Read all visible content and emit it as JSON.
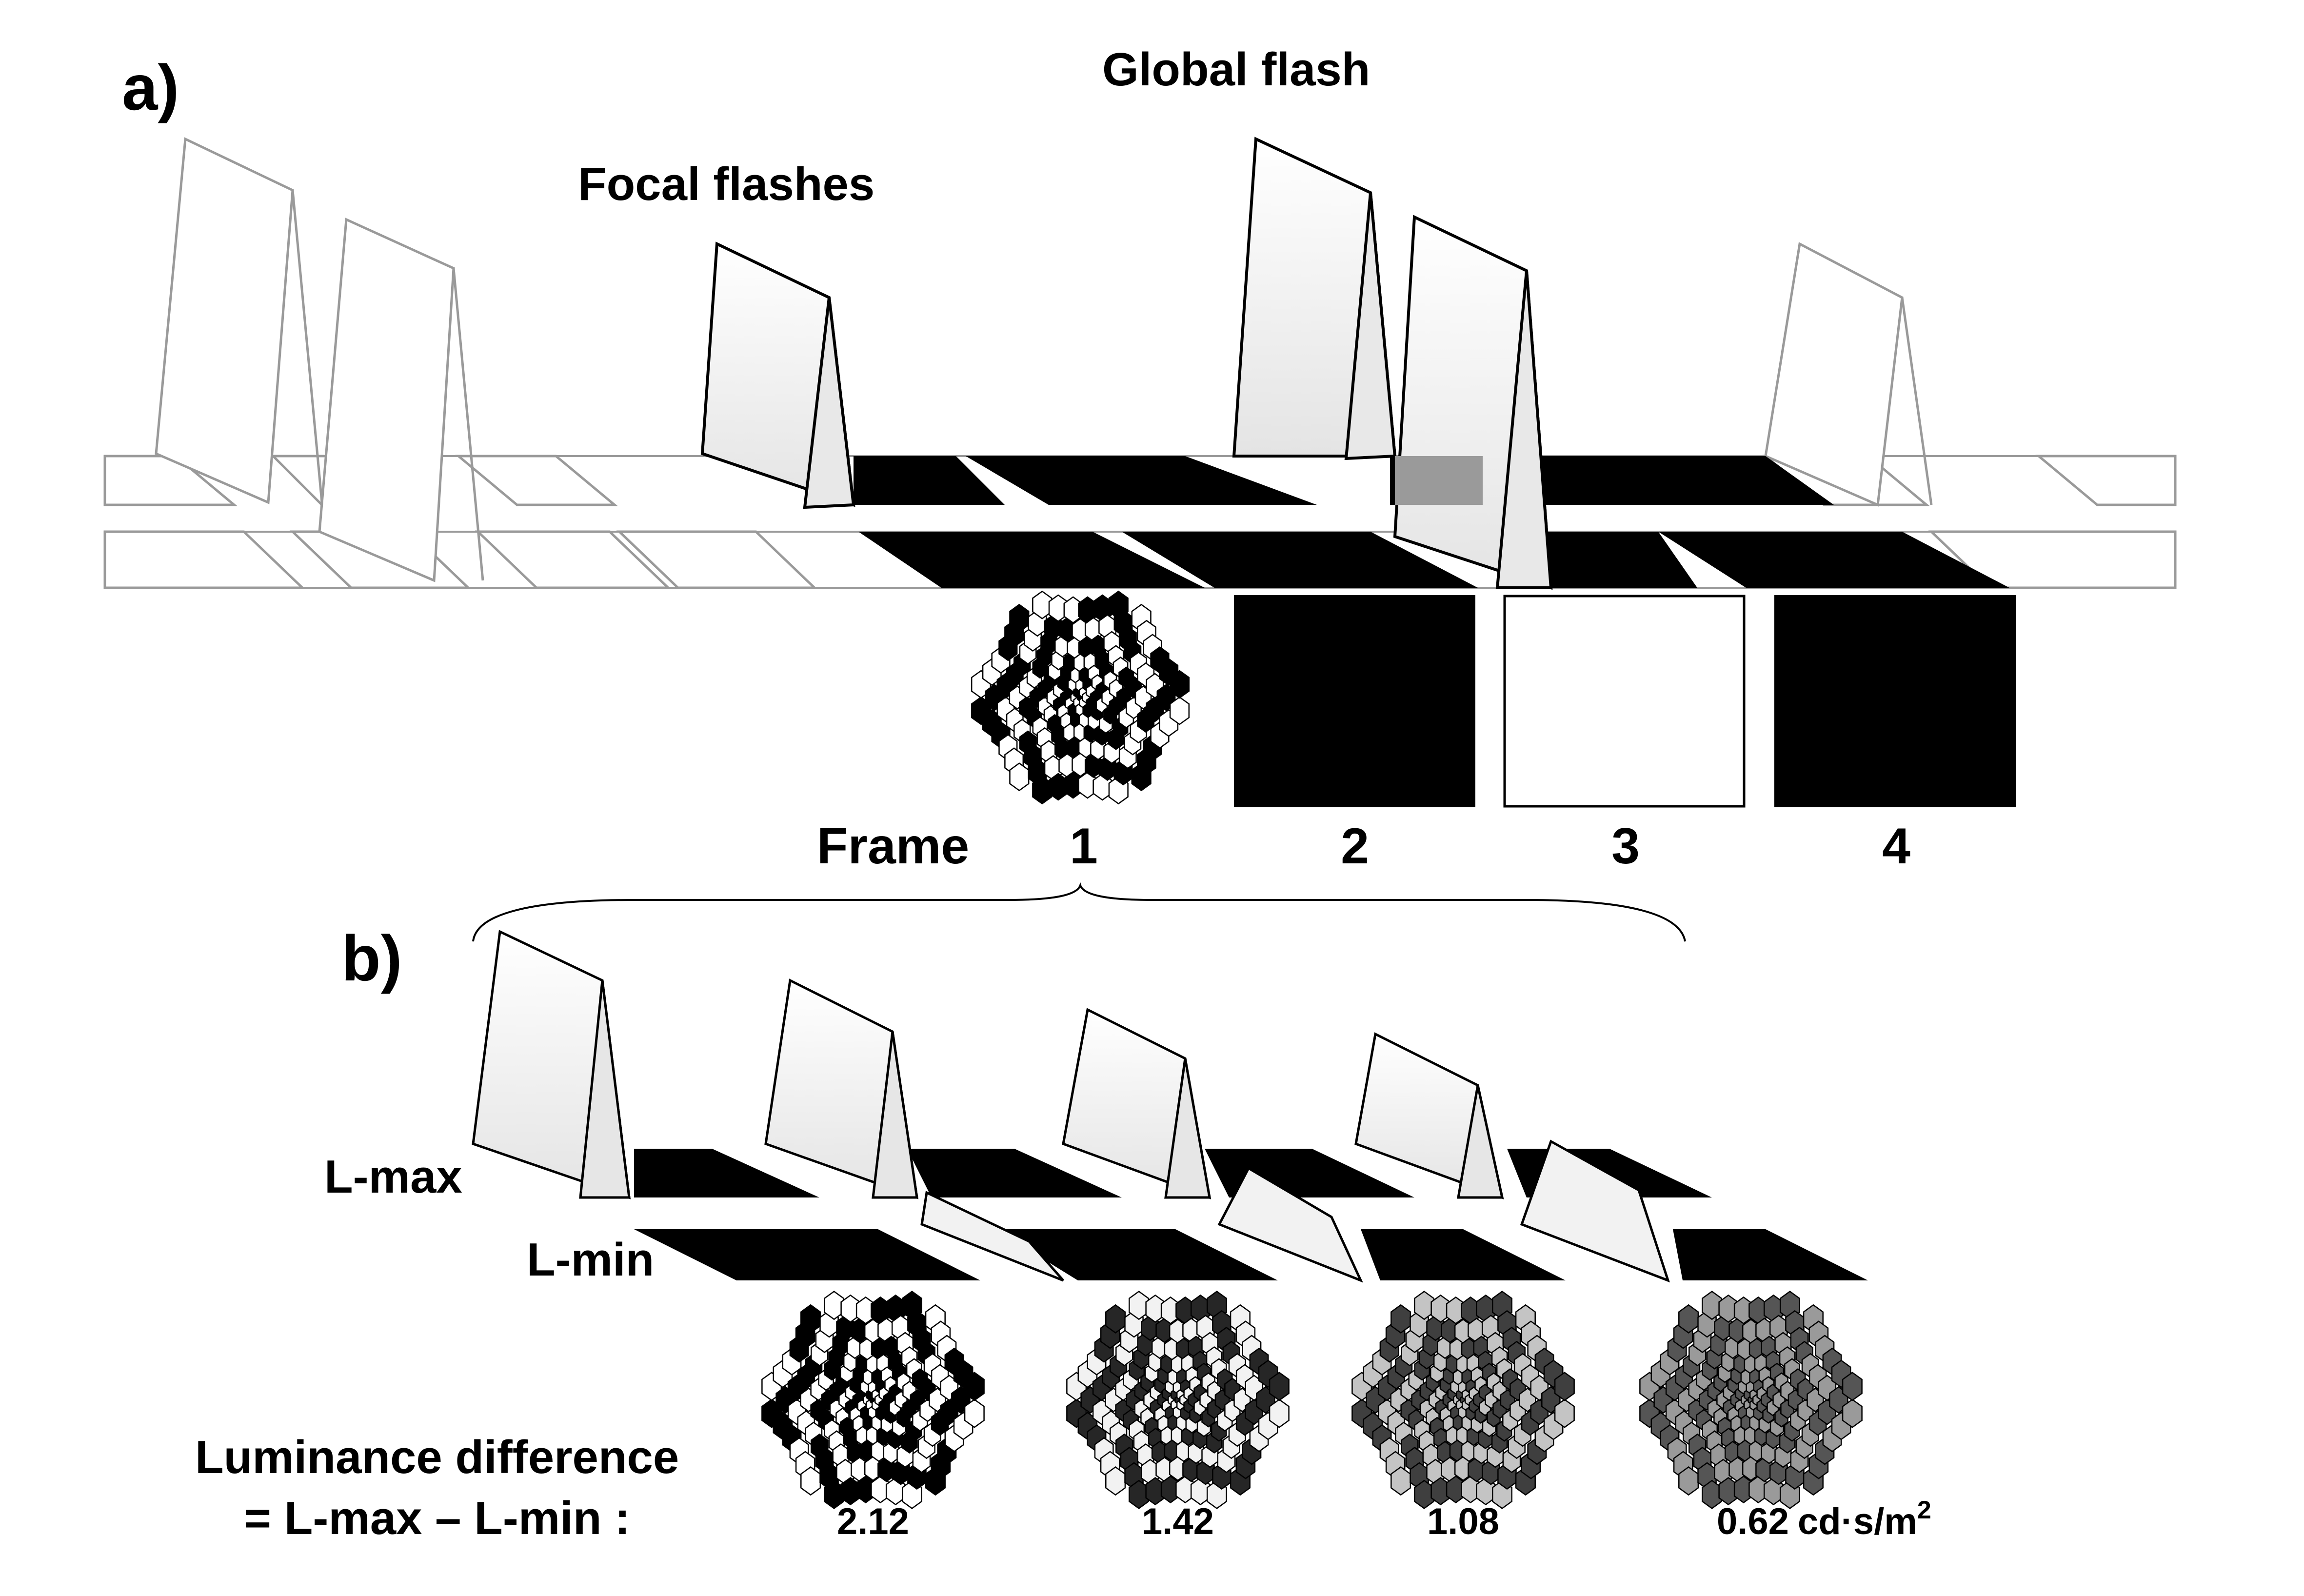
{
  "panel_a": {
    "label": "a)",
    "focal_flashes": "Focal flashes",
    "global_flash": "Global flash",
    "frame_word": "Frame",
    "frame_numbers": [
      "1",
      "2",
      "3",
      "4"
    ],
    "frame_fills": [
      "mfERG-hexagon-pattern",
      "#000000",
      "#ffffff",
      "#000000"
    ]
  },
  "panel_b": {
    "label": "b)",
    "l_max": "L-max",
    "l_min": "L-min",
    "luminance_line1": "Luminance difference",
    "luminance_line2": "= L-max – L-min :",
    "values": [
      "2.12",
      "1.42",
      "1.08",
      "0.62"
    ],
    "unit_prefix": "cd·s/m",
    "unit_sup": "2",
    "contrast_levels": [
      {
        "value": "2.12",
        "light": "#ffffff",
        "dark": "#000000"
      },
      {
        "value": "1.42",
        "light": "#f2f2f2",
        "dark": "#262626"
      },
      {
        "value": "1.08",
        "light": "#c4c4c4",
        "dark": "#3f3f3f"
      },
      {
        "value": "0.62",
        "light": "#9a9a9a",
        "dark": "#555555"
      }
    ]
  },
  "colors": {
    "ink": "#000000",
    "faded_outline": "#9a9a9a",
    "flash_fill": "#f5f5f5"
  }
}
